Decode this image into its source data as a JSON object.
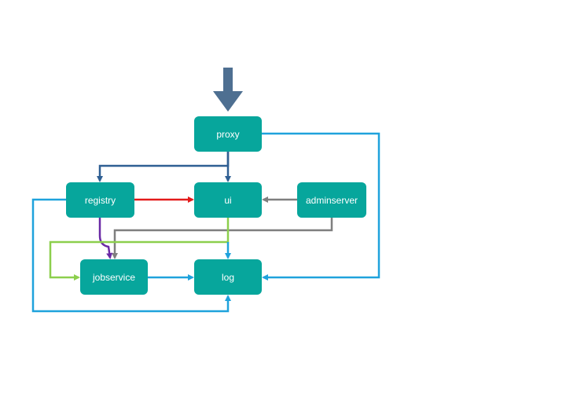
{
  "colors": {
    "node_fill": "#07a69c",
    "node_text": "#ffffff",
    "entry_arrow": "#4e6f91",
    "dark_blue": "#2f5f93",
    "light_blue": "#1fa2dc",
    "red": "#e31b1b",
    "gray": "#7f7f7f",
    "purple": "#6a2aa5",
    "green": "#8ccf4d"
  },
  "nodes": {
    "proxy": "proxy",
    "registry": "registry",
    "ui": "ui",
    "adminserver": "adminserver",
    "jobservice": "jobservice",
    "log": "log"
  },
  "edges": [
    {
      "from": "entry",
      "to": "proxy",
      "color": "entry_arrow"
    },
    {
      "from": "proxy",
      "to": "registry",
      "color": "dark_blue"
    },
    {
      "from": "proxy",
      "to": "ui",
      "color": "dark_blue"
    },
    {
      "from": "proxy",
      "to": "log",
      "color": "light_blue"
    },
    {
      "from": "registry",
      "to": "ui",
      "color": "red"
    },
    {
      "from": "registry",
      "to": "jobservice",
      "color": "purple"
    },
    {
      "from": "registry",
      "to": "log",
      "color": "light_blue"
    },
    {
      "from": "adminserver",
      "to": "ui",
      "color": "gray"
    },
    {
      "from": "adminserver",
      "to": "jobservice",
      "color": "gray"
    },
    {
      "from": "ui",
      "to": "jobservice",
      "color": "green"
    },
    {
      "from": "ui",
      "to": "log",
      "color": "light_blue"
    },
    {
      "from": "jobservice",
      "to": "log",
      "color": "light_blue"
    }
  ]
}
